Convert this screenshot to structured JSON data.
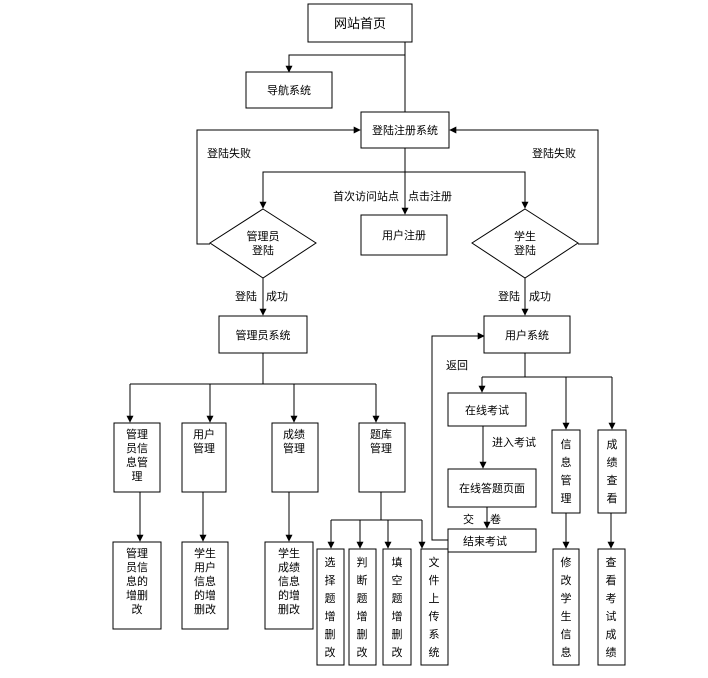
{
  "nodes": {
    "home": "网站首页",
    "nav": "导航系统",
    "login_system": "登陆注册系统",
    "user_register": "用户注册",
    "admin_login": [
      "管理员",
      "登陆"
    ],
    "student_login": [
      "学生",
      "登陆"
    ],
    "admin_system": "管理员系统",
    "user_system": "用户系统",
    "admin_info_mgmt": [
      "管理",
      "员信",
      "息管",
      "理"
    ],
    "user_mgmt": [
      "用户",
      "管理"
    ],
    "score_mgmt": [
      "成绩",
      "管理"
    ],
    "question_bank_mgmt": [
      "题库",
      "管理"
    ],
    "admin_info_crud": [
      "管理",
      "员信",
      "息的",
      "增删",
      "改"
    ],
    "student_user_crud": [
      "学生",
      "用户",
      "信息",
      "的增",
      "删改"
    ],
    "student_score_crud": [
      "学生",
      "成绩",
      "信息",
      "的增",
      "删改"
    ],
    "choice_crud": [
      "选",
      "择",
      "题",
      "增",
      "删",
      "改"
    ],
    "judge_crud": [
      "判",
      "断",
      "题",
      "增",
      "删",
      "改"
    ],
    "fill_crud": [
      "填",
      "空",
      "题",
      "增",
      "删",
      "改"
    ],
    "file_upload": [
      "文",
      "件",
      "上",
      "传",
      "系",
      "统"
    ],
    "online_exam": "在线考试",
    "online_answer_page": "在线答题页面",
    "end_exam": "结束考试",
    "info_mgmt": [
      "信",
      "息",
      "管",
      "理"
    ],
    "score_view": [
      "成",
      "绩",
      "查",
      "看"
    ],
    "modify_student_info": [
      "修",
      "改",
      "学",
      "生",
      "信",
      "息"
    ],
    "view_exam_scores": [
      "查",
      "看",
      "考",
      "试",
      "成",
      "绩"
    ]
  },
  "edge_labels": {
    "login_fail_left": "登陆失败",
    "login_fail_right": "登陆失败",
    "first_visit": "首次访问站点",
    "click_register": "点击注册",
    "admin_login_label": "登陆",
    "admin_success": "成功",
    "student_login_label": "登陆",
    "student_success": "成功",
    "back": "返回",
    "enter_exam": "进入考试",
    "submit_jiao": "交",
    "submit_juan": "卷"
  }
}
